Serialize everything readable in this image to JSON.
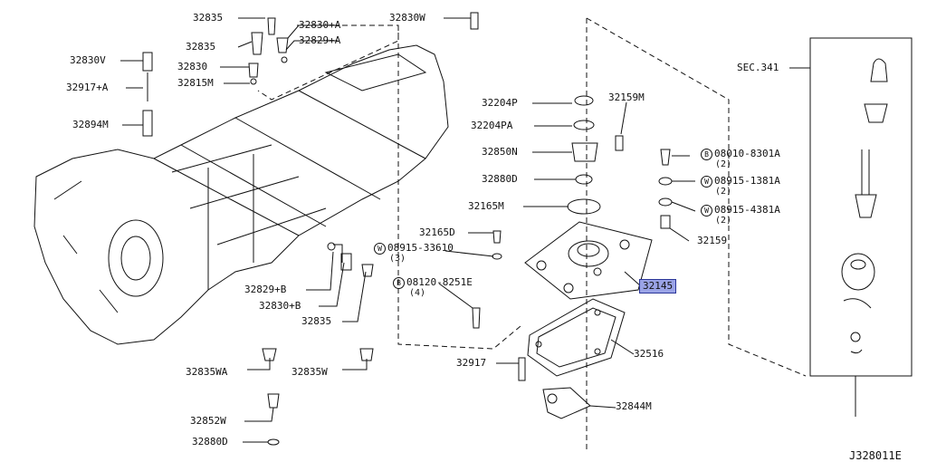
{
  "diagram_code": "J328011E",
  "section_ref": "SEC.341",
  "highlighted_part": "32145",
  "parts": {
    "p32835_top": "32835",
    "p32830A": "32830+A",
    "p32830W": "32830W",
    "p32835_b": "32835",
    "p32829A": "32829+A",
    "p32830V": "32830V",
    "p32830": "32830",
    "p32917A": "32917+A",
    "p32815M": "32815M",
    "p32894M": "32894M",
    "p32204P": "32204P",
    "p32159M": "32159M",
    "p32204PA": "32204PA",
    "p32850N": "32850N",
    "p32880D": "32880D",
    "p32165M": "32165M",
    "p32165D": "32165D",
    "p32159": "32159",
    "p32829B": "32829+B",
    "p32830B": "32830+B",
    "p32835_c": "32835",
    "p32835WA": "32835WA",
    "p32835W": "32835W",
    "p32852W": "32852W",
    "p32880D_b": "32880D",
    "p32917": "32917",
    "p32516": "32516",
    "p32844M": "32844M"
  },
  "callouts": {
    "b08010": {
      "prefix": "B",
      "number": "08010-8301A",
      "qty": "(2)"
    },
    "w08915_1381": {
      "prefix": "W",
      "number": "08915-1381A",
      "qty": "(2)"
    },
    "w08915_4381": {
      "prefix": "W",
      "number": "08915-4381A",
      "qty": "(2)"
    },
    "w08915_3361": {
      "prefix": "W",
      "number": "08915-33610",
      "qty": "(3)"
    },
    "b08120": {
      "prefix": "B",
      "number": "08120-8251E",
      "qty": "(4)"
    }
  }
}
